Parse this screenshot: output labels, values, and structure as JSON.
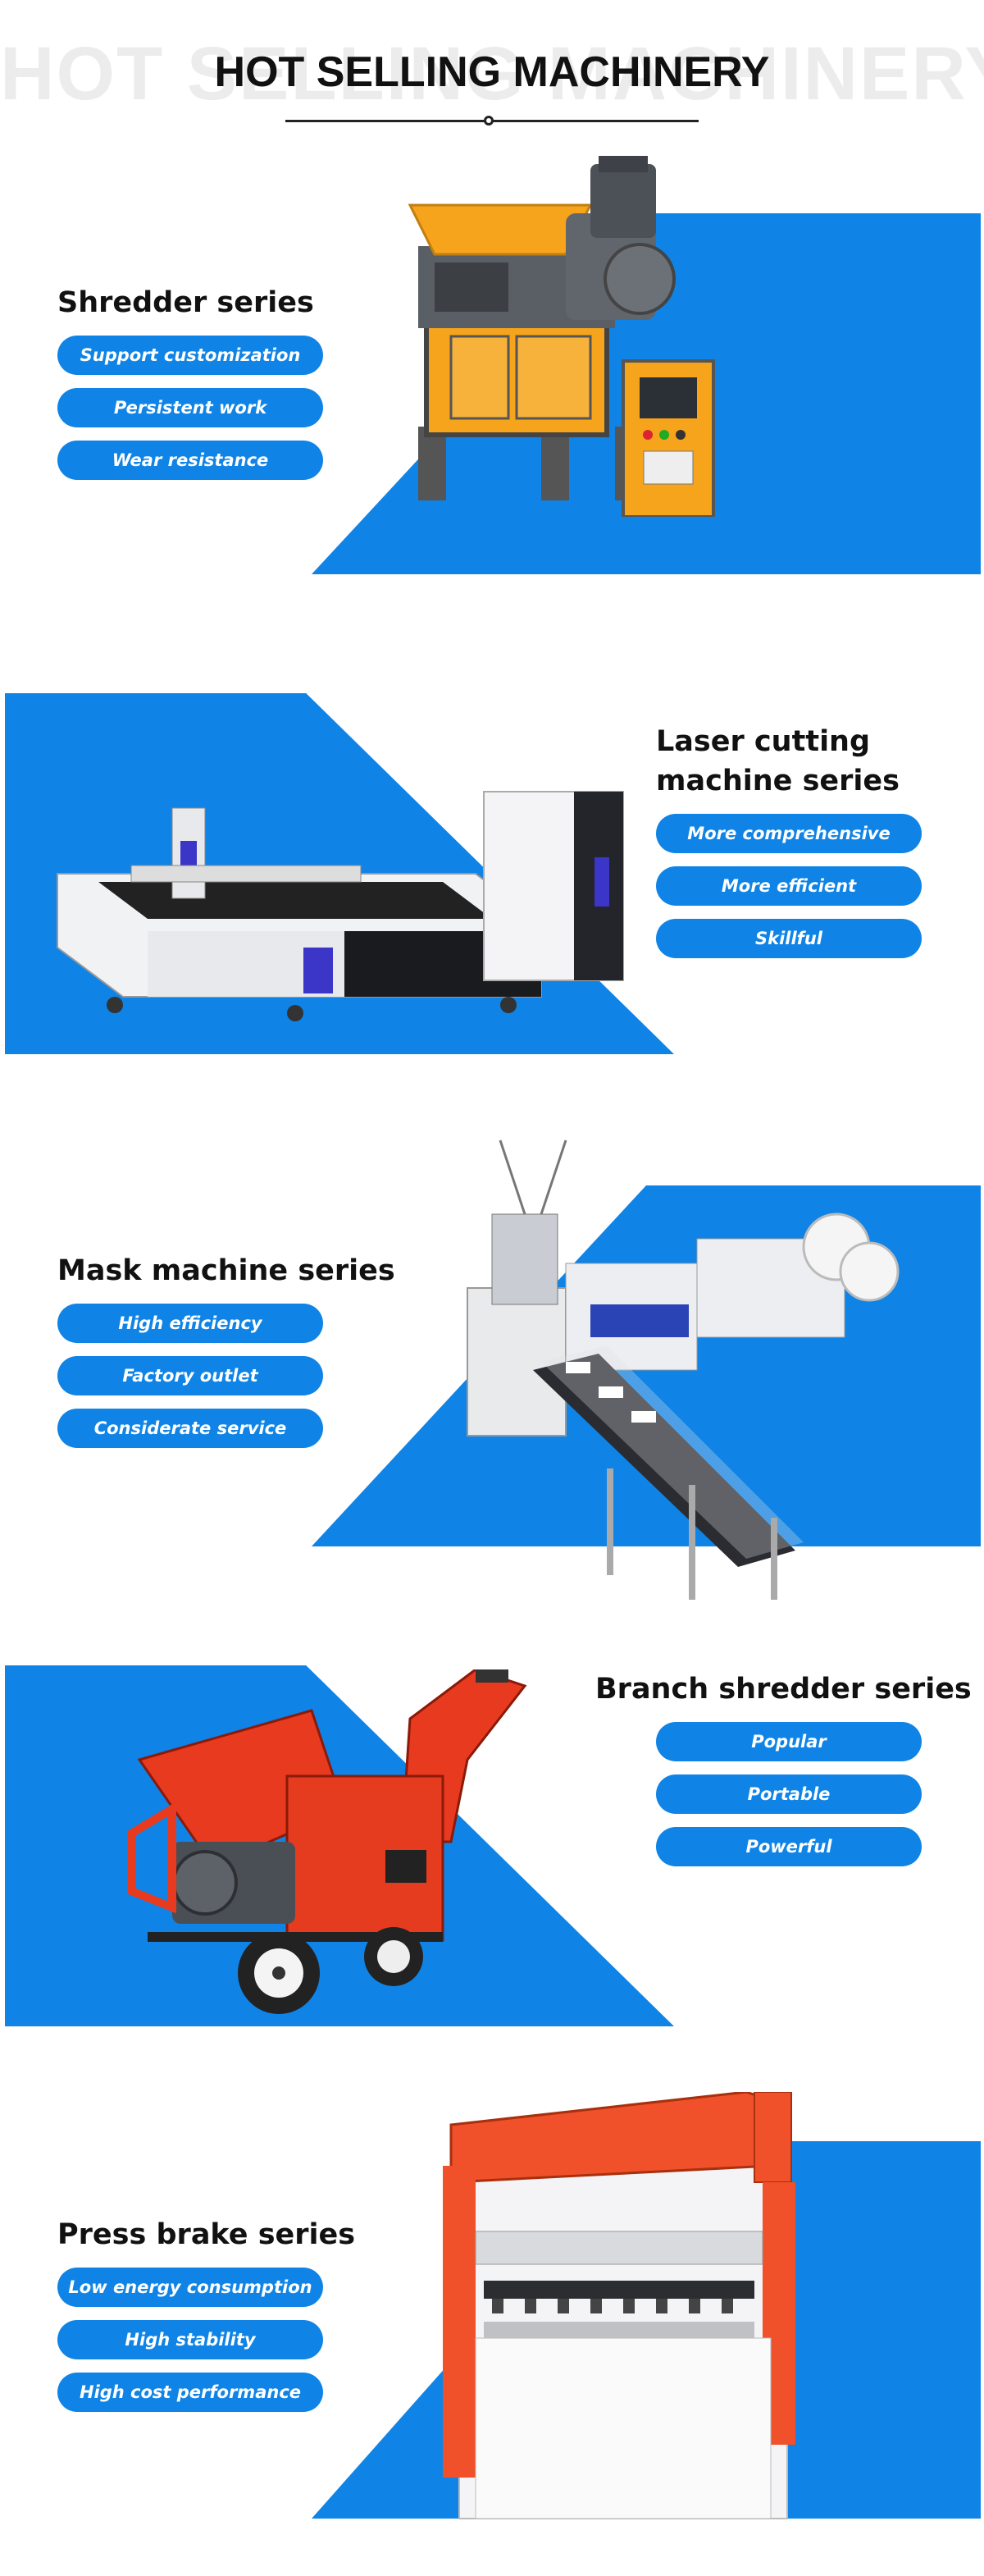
{
  "header": {
    "background_text": "HOT SELLING MACHINERY",
    "title": "HOT SELLING MACHINERY"
  },
  "accent_color": "#0f84e6",
  "sections": [
    {
      "title": "Shredder series",
      "features": [
        "Support customization",
        "Persistent work",
        "Wear resistance"
      ],
      "image": "shredder-machine"
    },
    {
      "title": "Laser cutting\nmachine series",
      "features": [
        "More comprehensive",
        "More efficient",
        "Skillful"
      ],
      "image": "laser-cutting-machine"
    },
    {
      "title": "Mask machine series",
      "features": [
        "High efficiency",
        "Factory outlet",
        "Considerate service"
      ],
      "image": "mask-machine"
    },
    {
      "title": "Branch shredder series",
      "features": [
        "Popular",
        "Portable",
        "Powerful"
      ],
      "image": "branch-shredder-machine"
    },
    {
      "title": "Press brake series",
      "features": [
        "Low energy consumption",
        "High stability",
        "High cost performance"
      ],
      "image": "press-brake-machine"
    }
  ]
}
